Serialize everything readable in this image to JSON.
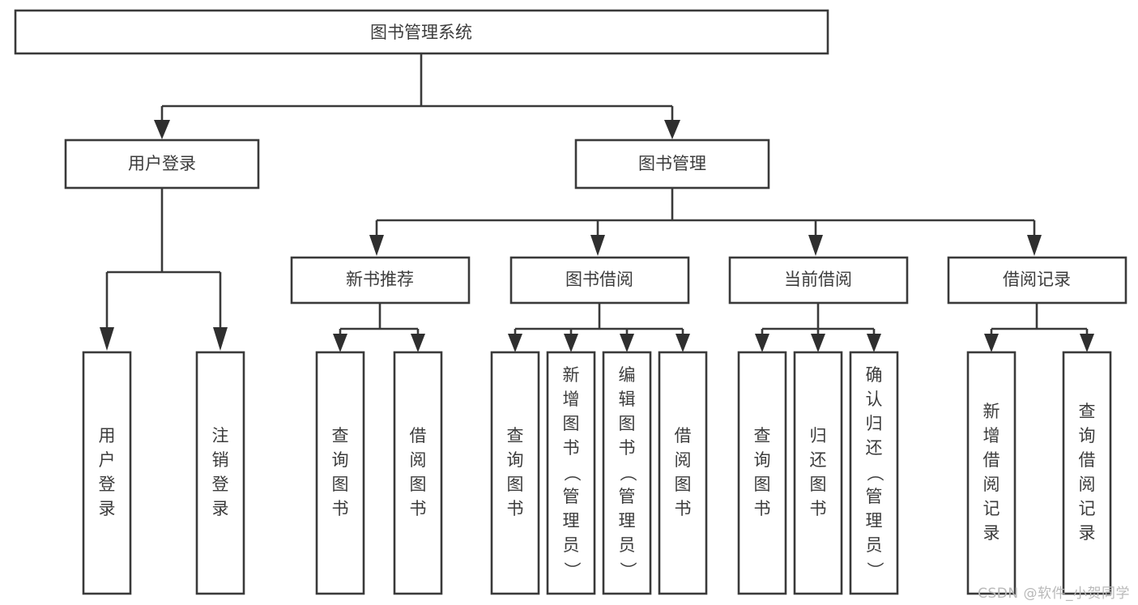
{
  "diagram": {
    "title": "图书管理系统",
    "type": "hierarchy-tree",
    "watermark": "CSDN @软件_小贺同学",
    "root": {
      "id": "root",
      "label": "图书管理系统"
    },
    "level2": [
      {
        "id": "user-login",
        "label": "用户登录"
      },
      {
        "id": "book-management",
        "label": "图书管理"
      }
    ],
    "level3": [
      {
        "id": "new-book-recommend",
        "label": "新书推荐",
        "parent": "book-management"
      },
      {
        "id": "book-borrow",
        "label": "图书借阅",
        "parent": "book-management"
      },
      {
        "id": "current-borrow",
        "label": "当前借阅",
        "parent": "book-management"
      },
      {
        "id": "borrow-record",
        "label": "借阅记录",
        "parent": "book-management"
      }
    ],
    "leaves": {
      "user-login": [
        {
          "id": "leaf-user-login",
          "label": "用户登录"
        },
        {
          "id": "leaf-logout-login",
          "label": "注销登录"
        }
      ],
      "new-book-recommend": [
        {
          "id": "leaf-query-book-1",
          "label": "查询图书"
        },
        {
          "id": "leaf-borrow-book-1",
          "label": "借阅图书"
        }
      ],
      "book-borrow": [
        {
          "id": "leaf-query-book-2",
          "label": "查询图书"
        },
        {
          "id": "leaf-add-book",
          "label": "新增图书（管理员）"
        },
        {
          "id": "leaf-edit-book",
          "label": "编辑图书（管理员）"
        },
        {
          "id": "leaf-borrow-book-2",
          "label": "借阅图书"
        }
      ],
      "current-borrow": [
        {
          "id": "leaf-query-book-3",
          "label": "查询图书"
        },
        {
          "id": "leaf-return-book",
          "label": "归还图书"
        },
        {
          "id": "leaf-confirm-return",
          "label": "确认归还（管理员）"
        }
      ],
      "borrow-record": [
        {
          "id": "leaf-add-record",
          "label": "新增借阅记录"
        },
        {
          "id": "leaf-query-record",
          "label": "查询借阅记录"
        }
      ]
    },
    "colors": {
      "box_fill": "#ffffff",
      "box_stroke": "#3a3a3a",
      "text": "#3c3c3c",
      "edge": "#3a3a3a",
      "watermark": "#b9b9b9",
      "background": "#ffffff"
    }
  }
}
